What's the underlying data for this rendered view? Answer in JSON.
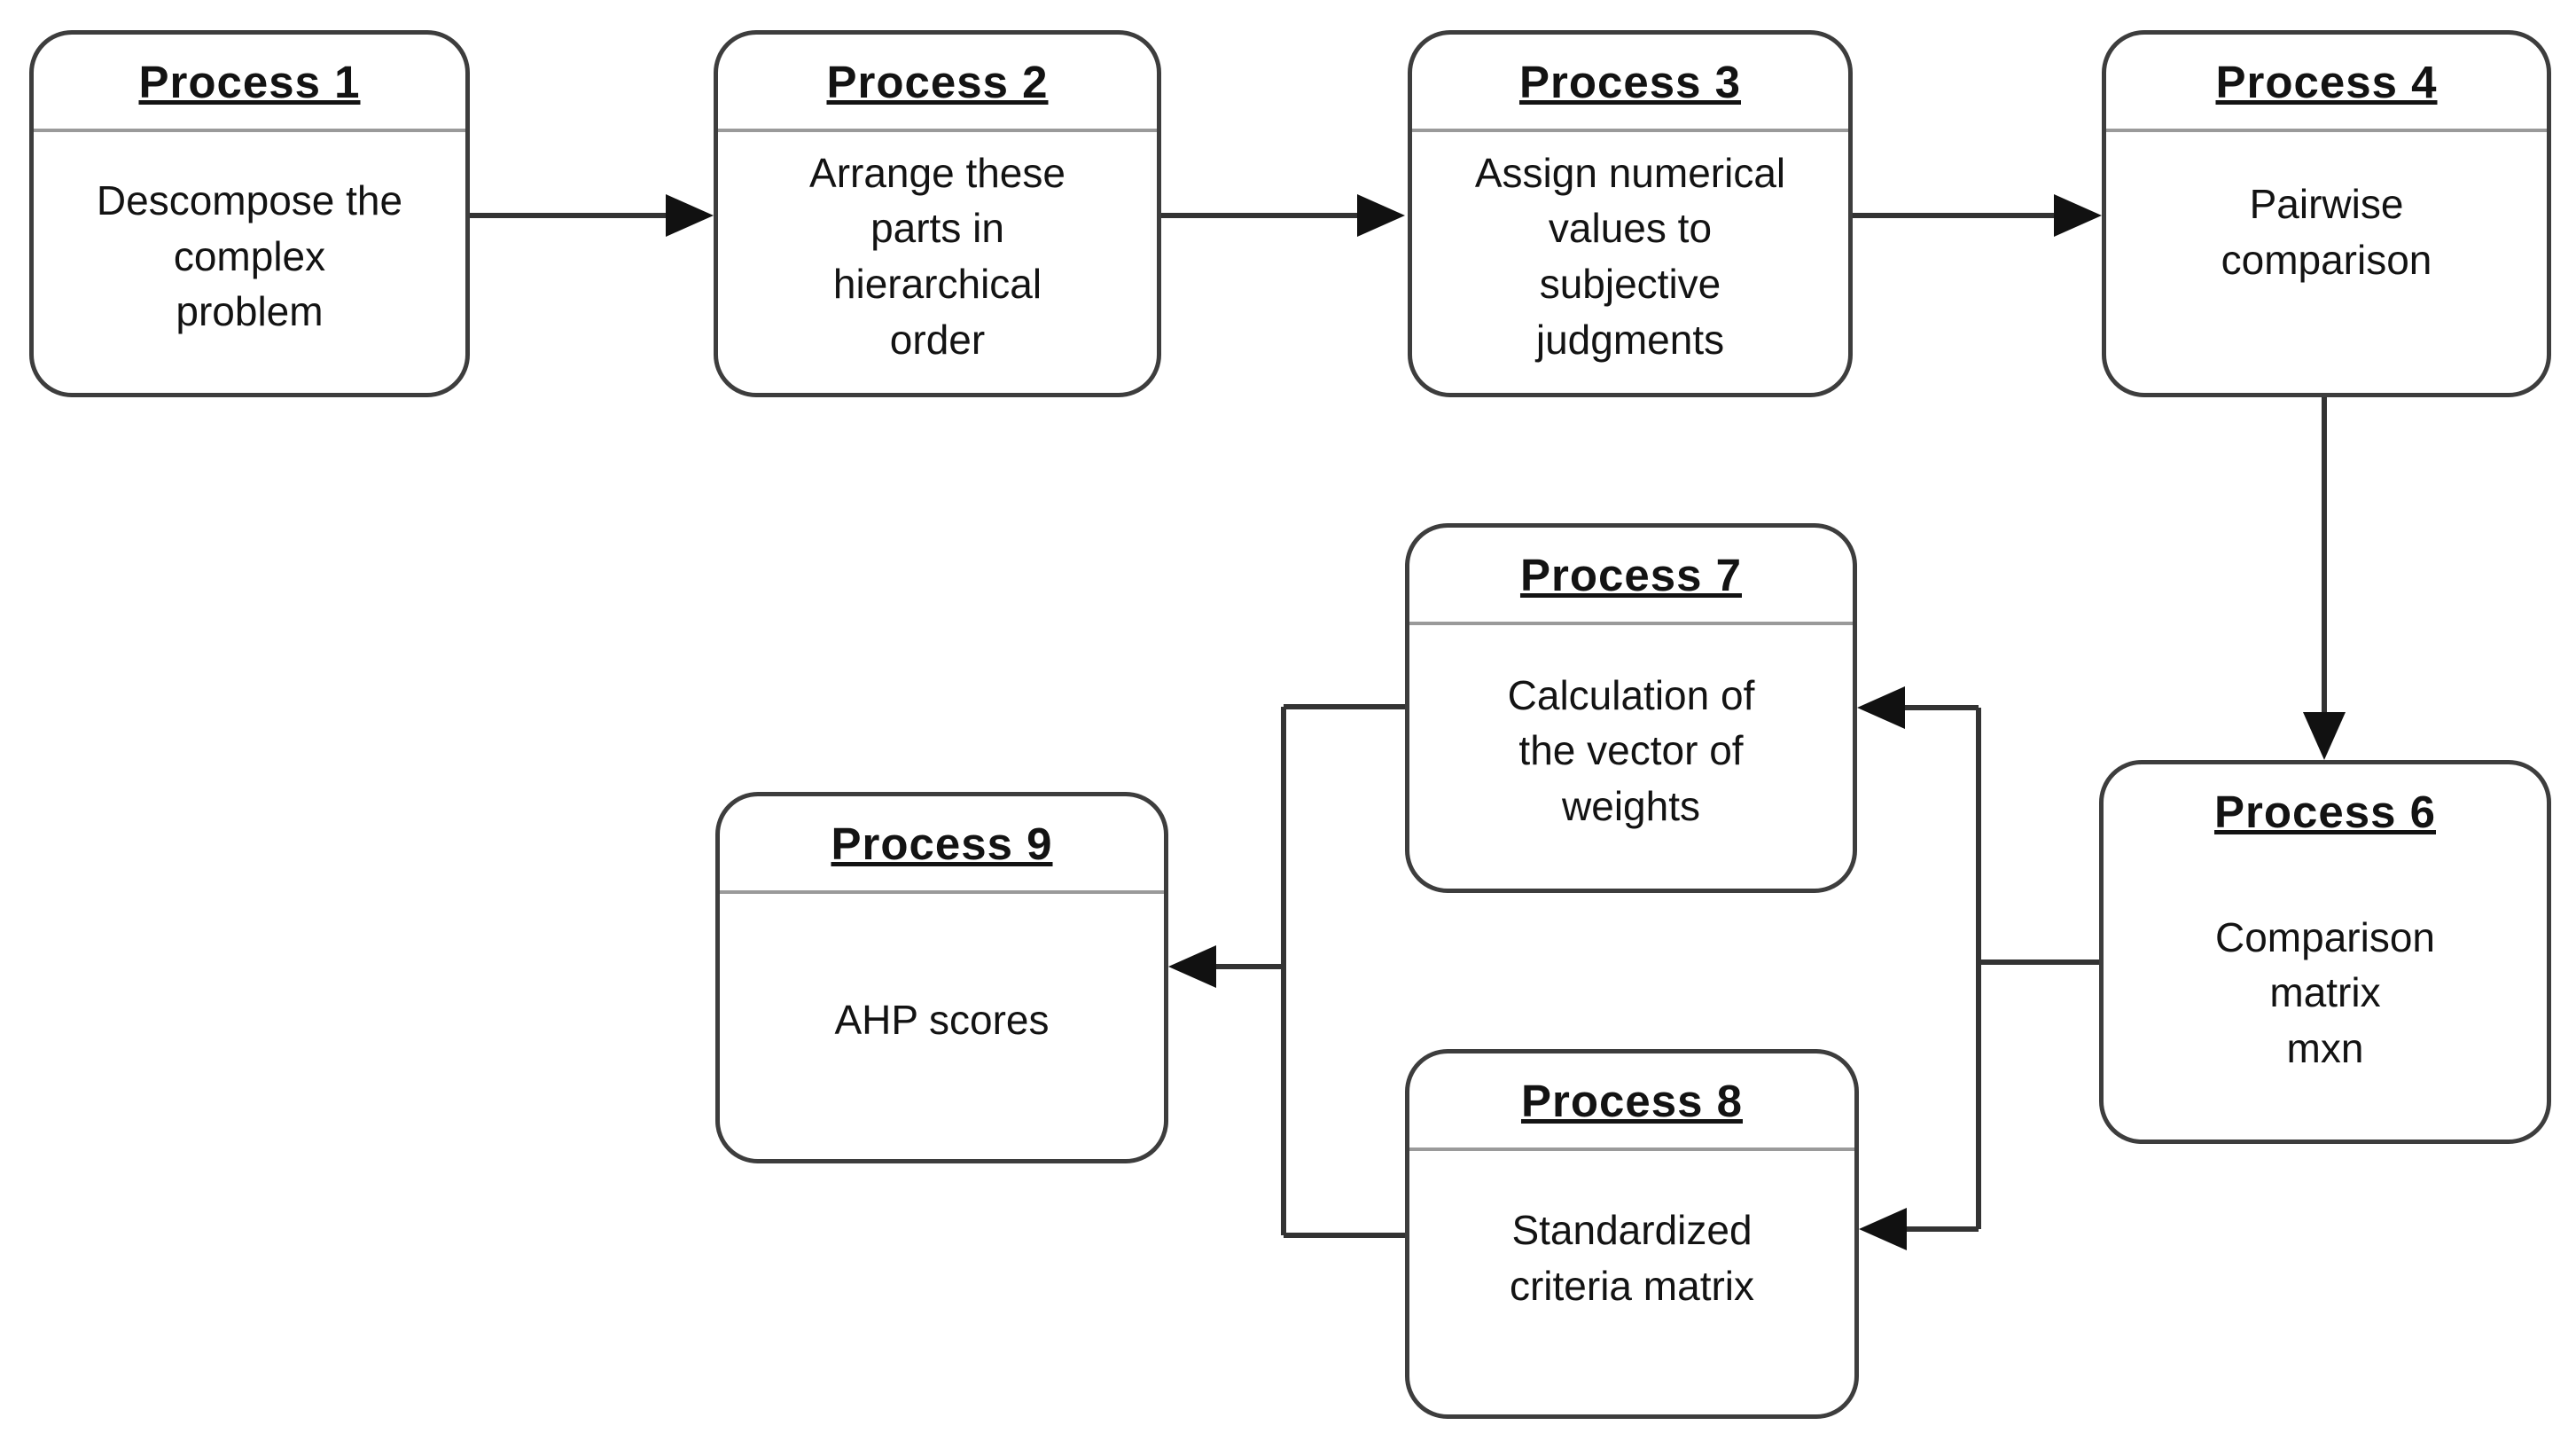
{
  "nodes": [
    {
      "id": "process-1",
      "title": "Process 1",
      "body": "Descompose the\ncomplex\nproblem"
    },
    {
      "id": "process-2",
      "title": "Process 2",
      "body": "Arrange these\nparts in\nhierarchical\norder"
    },
    {
      "id": "process-3",
      "title": "Process 3",
      "body": "Assign numerical\nvalues to\nsubjective\njudgments"
    },
    {
      "id": "process-4",
      "title": "Process 4",
      "body": "Pairwise\ncomparison"
    },
    {
      "id": "process-6",
      "title": "Process 6",
      "body": "Comparison\nmatrix\nmxn"
    },
    {
      "id": "process-7",
      "title": "Process 7",
      "body": "Calculation of\nthe vector of\nweights"
    },
    {
      "id": "process-8",
      "title": "Process 8",
      "body": "Standardized\ncriteria matrix"
    },
    {
      "id": "process-9",
      "title": "Process 9",
      "body": "AHP scores"
    }
  ],
  "edges": [
    {
      "from": "Process 1",
      "to": "Process 2"
    },
    {
      "from": "Process 2",
      "to": "Process 3"
    },
    {
      "from": "Process 3",
      "to": "Process 4"
    },
    {
      "from": "Process 4",
      "to": "Process 6"
    },
    {
      "from": "Process 6",
      "to": "Process 7"
    },
    {
      "from": "Process 6",
      "to": "Process 8"
    },
    {
      "from": "Process 7",
      "to": "Process 9"
    },
    {
      "from": "Process 8",
      "to": "Process 9"
    }
  ],
  "colors": {
    "background": "#ffffff",
    "box_fill": "#ffffff",
    "box_border": "#3d3d3d",
    "divider": "#9a9a9a",
    "text": "#131313",
    "connector": "#333333"
  }
}
